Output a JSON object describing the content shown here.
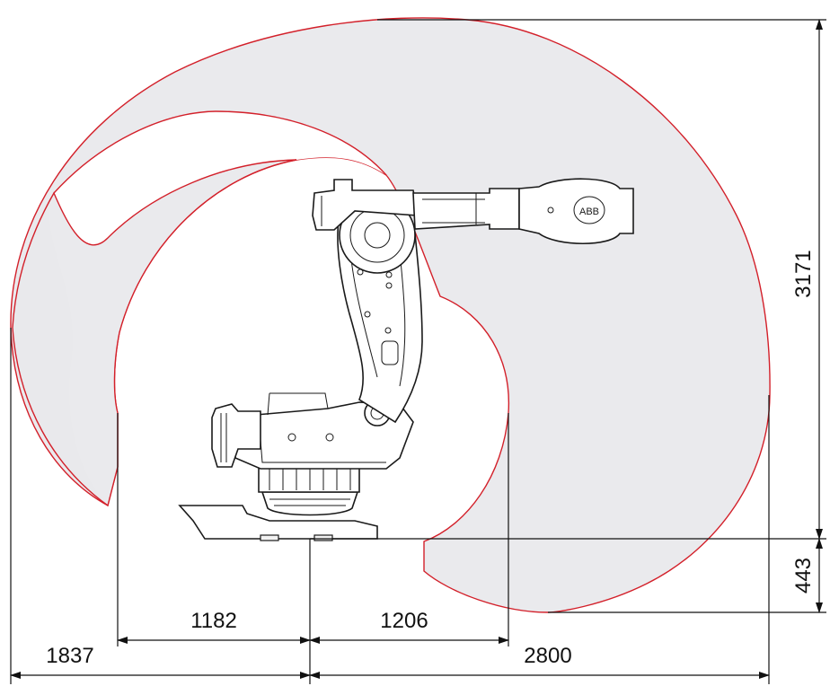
{
  "diagram": {
    "brand_mark": "ABB",
    "dimensions": {
      "left_outer": "1837",
      "left_inner": "1182",
      "right_inner": "1206",
      "right_outer": "2800",
      "height_total": "3171",
      "height_base": "443"
    },
    "colors": {
      "envelope_outline": "#d3202a",
      "envelope_fill": "#e9e9ec",
      "lines": "#111111"
    }
  }
}
